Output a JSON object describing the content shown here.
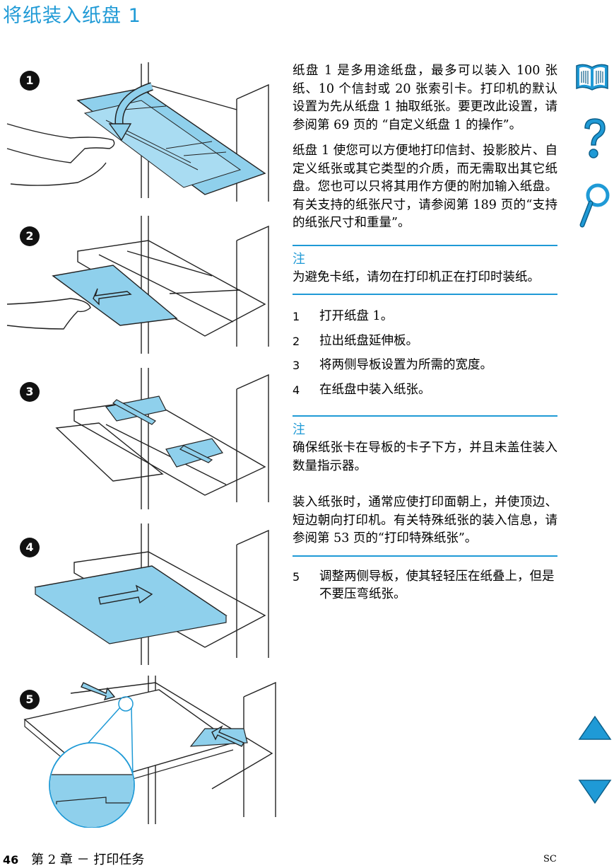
{
  "page": {
    "title": "将纸装入纸盘 1",
    "page_number": "46",
    "chapter": "第 2 章 － 打印任务",
    "locale_code": "SC"
  },
  "figures": {
    "callouts": [
      "1",
      "2",
      "3",
      "4",
      "5"
    ]
  },
  "body": {
    "para1": "纸盘 1 是多用途纸盘，最多可以装入 100 张纸、10 个信封或 20 张索引卡。打印机的默认设置为先从纸盘 1 抽取纸张。要更改此设置，请参阅第 69 页的 “自定义纸盘 1 的操作”。",
    "para2": "纸盘 1 使您可以方便地打印信封、投影胶片、自定义纸张或其它类型的介质，而无需取出其它纸盘。您也可以只将其用作方便的附加输入纸盘。有关支持的纸张尺寸，请参阅第 189 页的“支持的纸张尺寸和重量”。",
    "note1_label": "注",
    "note1_text": "为避免卡纸，请勿在打印机正在打印时装纸。",
    "steps": [
      {
        "num": "1",
        "text": "打开纸盘 1。"
      },
      {
        "num": "2",
        "text": "拉出纸盘延伸板。"
      },
      {
        "num": "3",
        "text": "将两侧导板设置为所需的宽度。"
      },
      {
        "num": "4",
        "text": "在纸盘中装入纸张。"
      }
    ],
    "note2_label": "注",
    "note2_text1": "确保纸张卡在导板的卡子下方，并且未盖住装入数量指示器。",
    "note2_text2": "装入纸张时，通常应使打印面朝上，并使顶边、短边朝向打印机。有关特殊纸张的装入信息，请参阅第 53 页的“打印特殊纸张”。",
    "step5_num": "5",
    "step5_text": "调整两侧导板，使其轻轻压在纸叠上，但是不要压弯纸张。"
  },
  "nav": {
    "contents_icon": "book-icon",
    "help_icon": "question-icon",
    "search_icon": "magnifier-icon",
    "prev_icon": "triangle-up-icon",
    "next_icon": "triangle-down-icon",
    "accent": "#1f9ad6"
  }
}
